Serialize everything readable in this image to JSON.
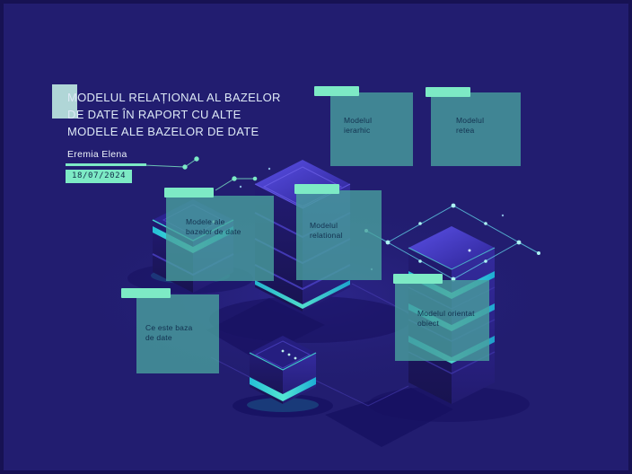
{
  "slide": {
    "title": "MODELUL RELAȚIONAL AL BAZELOR DE DATE ÎN RAPORT CU ALTE MODELE ALE BAZELOR DE DATE",
    "author": "Eremia Elena",
    "date": "18/07/2024"
  },
  "topics": {
    "ierarhic": {
      "label": "Modelul ierarhic"
    },
    "retea": {
      "label": "Modelul retea"
    },
    "modele_bazelor": {
      "label": "Modele ale bazelor de date"
    },
    "relational": {
      "label": "Modelul relational"
    },
    "orientat_obiect": {
      "label": "Modelul orientat obiect"
    },
    "ce_este": {
      "label": "Ce este baza de date"
    }
  },
  "illustration": {
    "elements": [
      "database-server-stack-center",
      "database-server-stack-left",
      "database-server-stack-right",
      "database-cube-front",
      "network-diamond-wireframe",
      "connector-dots"
    ]
  },
  "colors": {
    "background": "#221d70",
    "panel_teal": "rgba(72,160,158,0.8)",
    "accent_mint": "#7deac5",
    "title_text": "#dde9f6",
    "panel_text": "#12314f",
    "glow_teal": "#45e8d8",
    "server_violet": "#4a3fd0"
  }
}
